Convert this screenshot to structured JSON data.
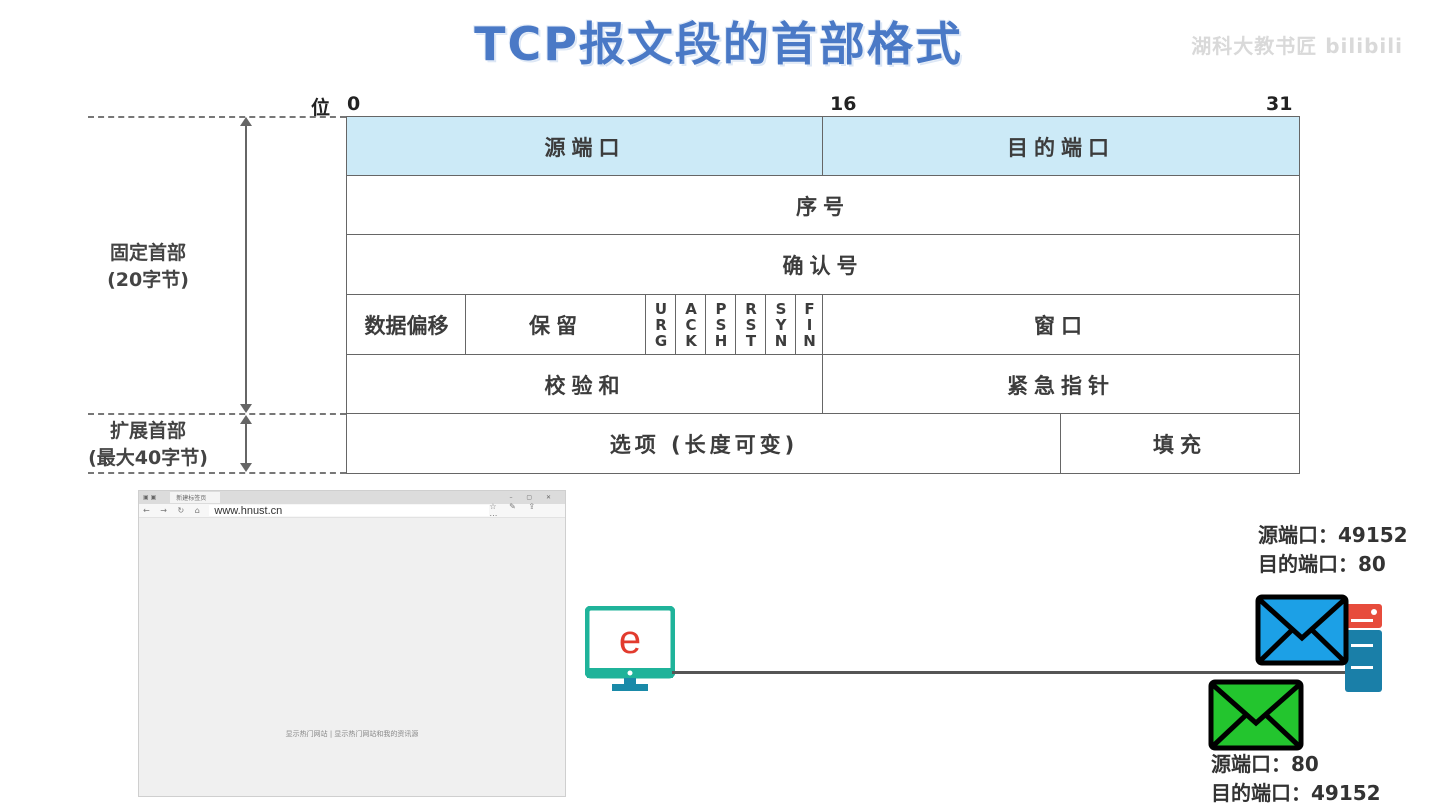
{
  "title": "TCP报文段的首部格式",
  "watermark": "湖科大教书匠 bilibili",
  "bit_labels": {
    "prefix": "位",
    "start": "0",
    "mid": "16",
    "end": "31"
  },
  "side_labels": {
    "fixed": {
      "line1": "固定首部",
      "line2": "(20字节)"
    },
    "extended": {
      "line1": "扩展首部",
      "line2": "(最大40字节)"
    }
  },
  "header_fields": {
    "src_port": "源端口",
    "dst_port": "目的端口",
    "seq": "序号",
    "ack": "确认号",
    "data_offset": "数据偏移",
    "reserved": "保留",
    "flags": [
      {
        "name": "URG",
        "chars": "U R G"
      },
      {
        "name": "ACK",
        "chars": "A C K"
      },
      {
        "name": "PSH",
        "chars": "P S H"
      },
      {
        "name": "RST",
        "chars": "R S T"
      },
      {
        "name": "SYN",
        "chars": "S Y N"
      },
      {
        "name": "FIN",
        "chars": "F I N"
      }
    ],
    "window": "窗口",
    "checksum": "校验和",
    "urgent": "紧急指针",
    "options": "选项 (长度可变)",
    "padding": "填充"
  },
  "header_colors": {
    "port_row_bg": "#cceaf7",
    "title": "#4a79c6"
  },
  "browser": {
    "tab_label": "新建标签页",
    "nav_icons": "← → ↻ ⌂",
    "url": "www.hnust.cn",
    "tool_icons": "☆ ✎ ⇪ ⋯",
    "window_buttons": "– ▢ ✕",
    "footer": "显示热门网站 | 显示热门网站和我的资讯源"
  },
  "network": {
    "client_icon_letter": "e",
    "client_icon": "monitor-icon",
    "server_icon": "server-icon",
    "outgoing": {
      "src": "源端口：49152",
      "dst": "目的端口：80",
      "color": "#1ca0e6"
    },
    "incoming": {
      "src": "源端口：80",
      "dst": "目的端口：49152",
      "color": "#23c52e"
    }
  }
}
